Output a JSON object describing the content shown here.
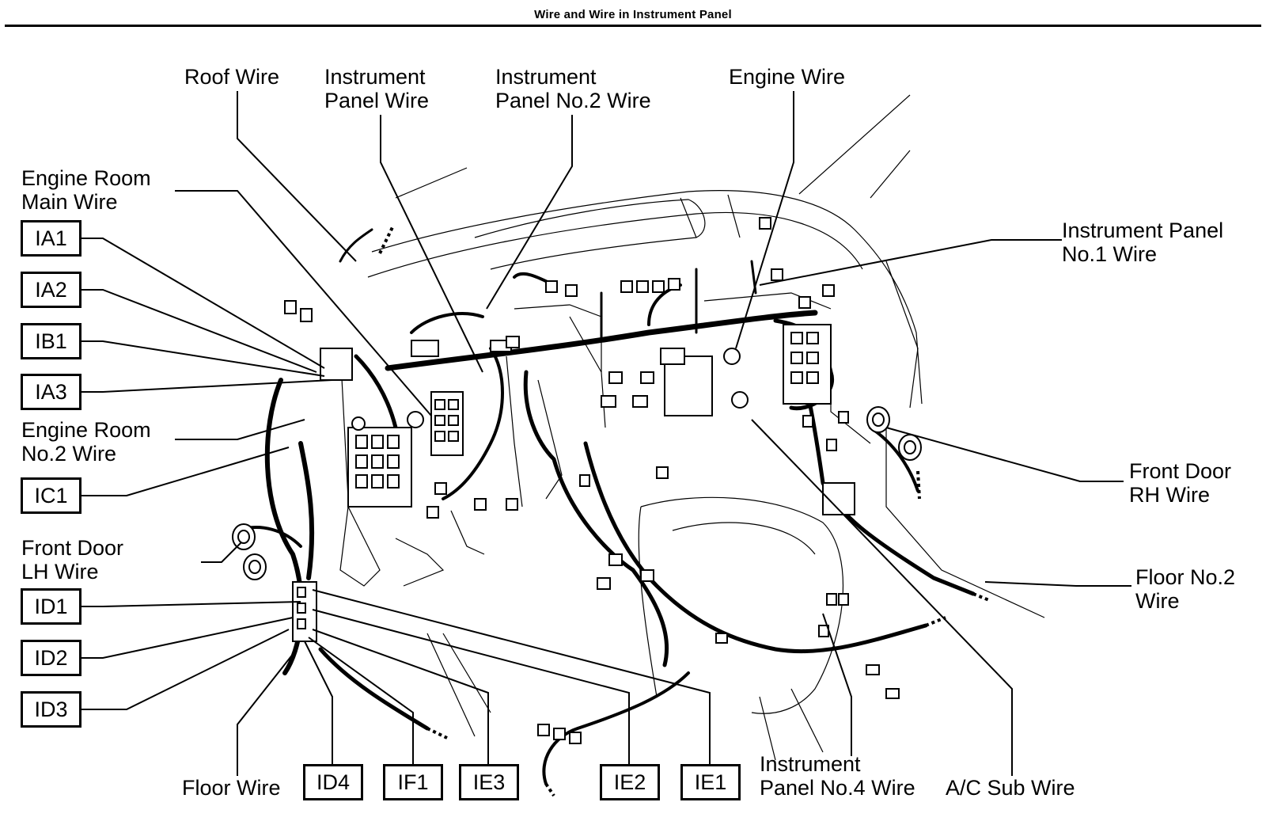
{
  "page": {
    "title": "Wire and Wire in Instrument Panel"
  },
  "labels": {
    "roof_wire": "Roof Wire",
    "ip_wire_1": "Instrument",
    "ip_wire_2": "Panel Wire",
    "ip_no2_1": "Instrument",
    "ip_no2_2": "Panel No.2 Wire",
    "engine_wire": "Engine Wire",
    "engine_room_main_1": "Engine Room",
    "engine_room_main_2": "Main Wire",
    "ip_no1_1": "Instrument Panel",
    "ip_no1_2": "No.1 Wire",
    "engine_room_no2_1": "Engine Room",
    "engine_room_no2_2": "No.2 Wire",
    "front_door_rh_1": "Front Door",
    "front_door_rh_2": "RH Wire",
    "front_door_lh_1": "Front Door",
    "front_door_lh_2": "LH Wire",
    "floor_no2_1": "Floor No.2",
    "floor_no2_2": "Wire",
    "floor_wire": "Floor Wire",
    "ip_no4_1": "Instrument",
    "ip_no4_2": "Panel No.4 Wire",
    "ac_sub_wire": "A/C Sub Wire"
  },
  "connectors": {
    "ia1": "IA1",
    "ia2": "IA2",
    "ib1": "IB1",
    "ia3": "IA3",
    "ic1": "IC1",
    "id1": "ID1",
    "id2": "ID2",
    "id3": "ID3",
    "id4": "ID4",
    "if1": "IF1",
    "ie3": "IE3",
    "ie2": "IE2",
    "ie1": "IE1"
  }
}
